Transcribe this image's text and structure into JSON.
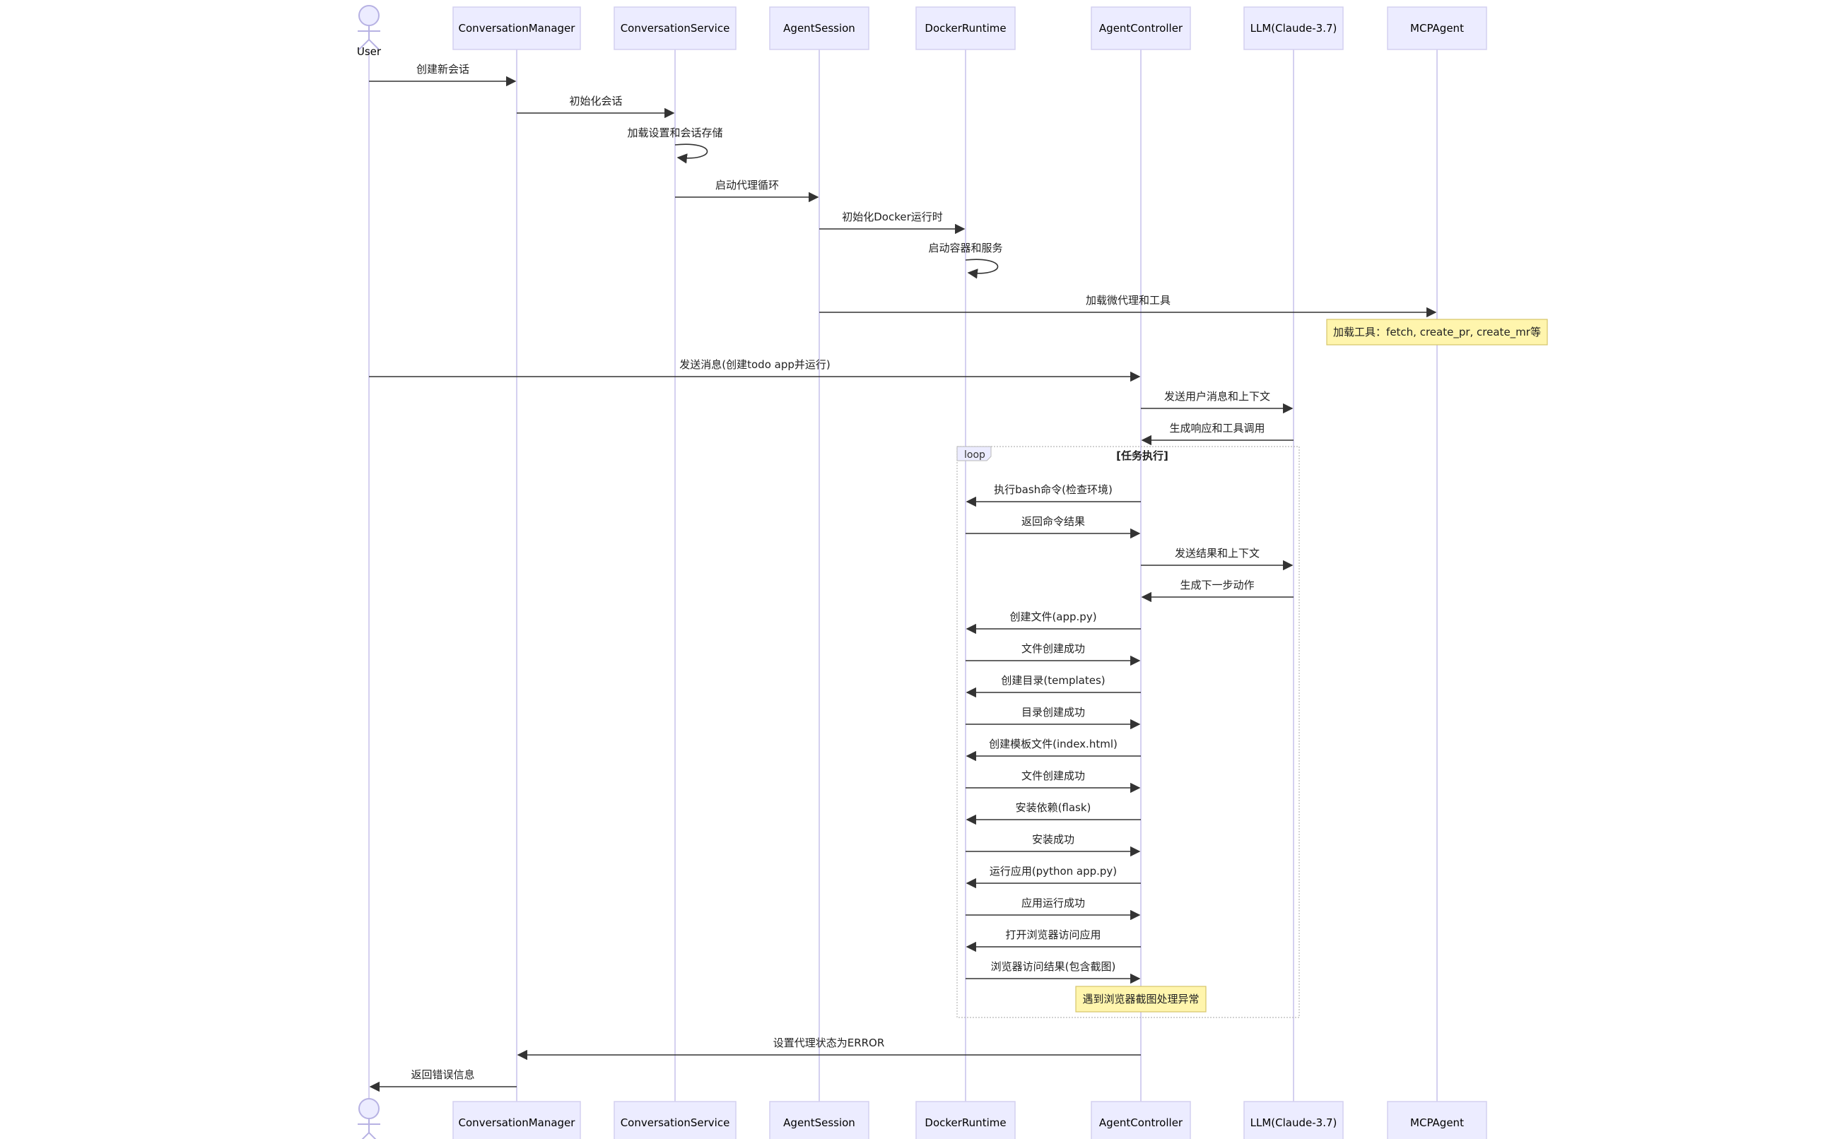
{
  "participants": [
    {
      "id": "user",
      "label": "User",
      "kind": "actor"
    },
    {
      "id": "cm",
      "label": "ConversationManager",
      "kind": "box"
    },
    {
      "id": "cs",
      "label": "ConversationService",
      "kind": "box"
    },
    {
      "id": "as",
      "label": "AgentSession",
      "kind": "box"
    },
    {
      "id": "dr",
      "label": "DockerRuntime",
      "kind": "box"
    },
    {
      "id": "ac",
      "label": "AgentController",
      "kind": "box"
    },
    {
      "id": "llm",
      "label": "LLM(Claude-3.7)",
      "kind": "box"
    },
    {
      "id": "mcp",
      "label": "MCPAgent",
      "kind": "box"
    }
  ],
  "messages": [
    {
      "from": "user",
      "to": "cm",
      "text": "创建新会话"
    },
    {
      "from": "cm",
      "to": "cs",
      "text": "初始化会话"
    },
    {
      "from": "cs",
      "to": "cs",
      "text": "加载设置和会话存储"
    },
    {
      "from": "cs",
      "to": "as",
      "text": "启动代理循环"
    },
    {
      "from": "as",
      "to": "dr",
      "text": "初始化Docker运行时"
    },
    {
      "from": "dr",
      "to": "dr",
      "text": "启动容器和服务"
    },
    {
      "from": "as",
      "to": "mcp",
      "text": "加载微代理和工具"
    },
    {
      "from": "user",
      "to": "ac",
      "text": "发送消息(创建todo app并运行)"
    },
    {
      "from": "ac",
      "to": "llm",
      "text": "发送用户消息和上下文"
    },
    {
      "from": "llm",
      "to": "ac",
      "text": "生成响应和工具调用"
    },
    {
      "from": "ac",
      "to": "dr",
      "text": "执行bash命令(检查环境)"
    },
    {
      "from": "dr",
      "to": "ac",
      "text": "返回命令结果"
    },
    {
      "from": "ac",
      "to": "llm",
      "text": "发送结果和上下文"
    },
    {
      "from": "llm",
      "to": "ac",
      "text": "生成下一步动作"
    },
    {
      "from": "ac",
      "to": "dr",
      "text": "创建文件(app.py)"
    },
    {
      "from": "dr",
      "to": "ac",
      "text": "文件创建成功"
    },
    {
      "from": "ac",
      "to": "dr",
      "text": "创建目录(templates)"
    },
    {
      "from": "dr",
      "to": "ac",
      "text": "目录创建成功"
    },
    {
      "from": "ac",
      "to": "dr",
      "text": "创建模板文件(index.html)"
    },
    {
      "from": "dr",
      "to": "ac",
      "text": "文件创建成功"
    },
    {
      "from": "ac",
      "to": "dr",
      "text": "安装依赖(flask)"
    },
    {
      "from": "dr",
      "to": "ac",
      "text": "安装成功"
    },
    {
      "from": "ac",
      "to": "dr",
      "text": "运行应用(python app.py)"
    },
    {
      "from": "dr",
      "to": "ac",
      "text": "应用运行成功"
    },
    {
      "from": "ac",
      "to": "dr",
      "text": "打开浏览器访问应用"
    },
    {
      "from": "dr",
      "to": "ac",
      "text": "浏览器访问结果(包含截图)"
    },
    {
      "from": "ac",
      "to": "cm",
      "text": "设置代理状态为ERROR"
    },
    {
      "from": "cm",
      "to": "user",
      "text": "返回错误信息"
    }
  ],
  "notes": [
    {
      "over": "mcp",
      "text": "加载工具：fetch, create_pr, create_mr等"
    },
    {
      "over": "ac",
      "text": "遇到浏览器截图处理异常"
    }
  ],
  "loop": {
    "tag": "loop",
    "condition": "[任务执行]"
  },
  "colors": {
    "participant_fill": "#ececff",
    "participant_border": "#d4d0f0",
    "note_fill": "#fff5ad",
    "arrow": "#333333"
  }
}
